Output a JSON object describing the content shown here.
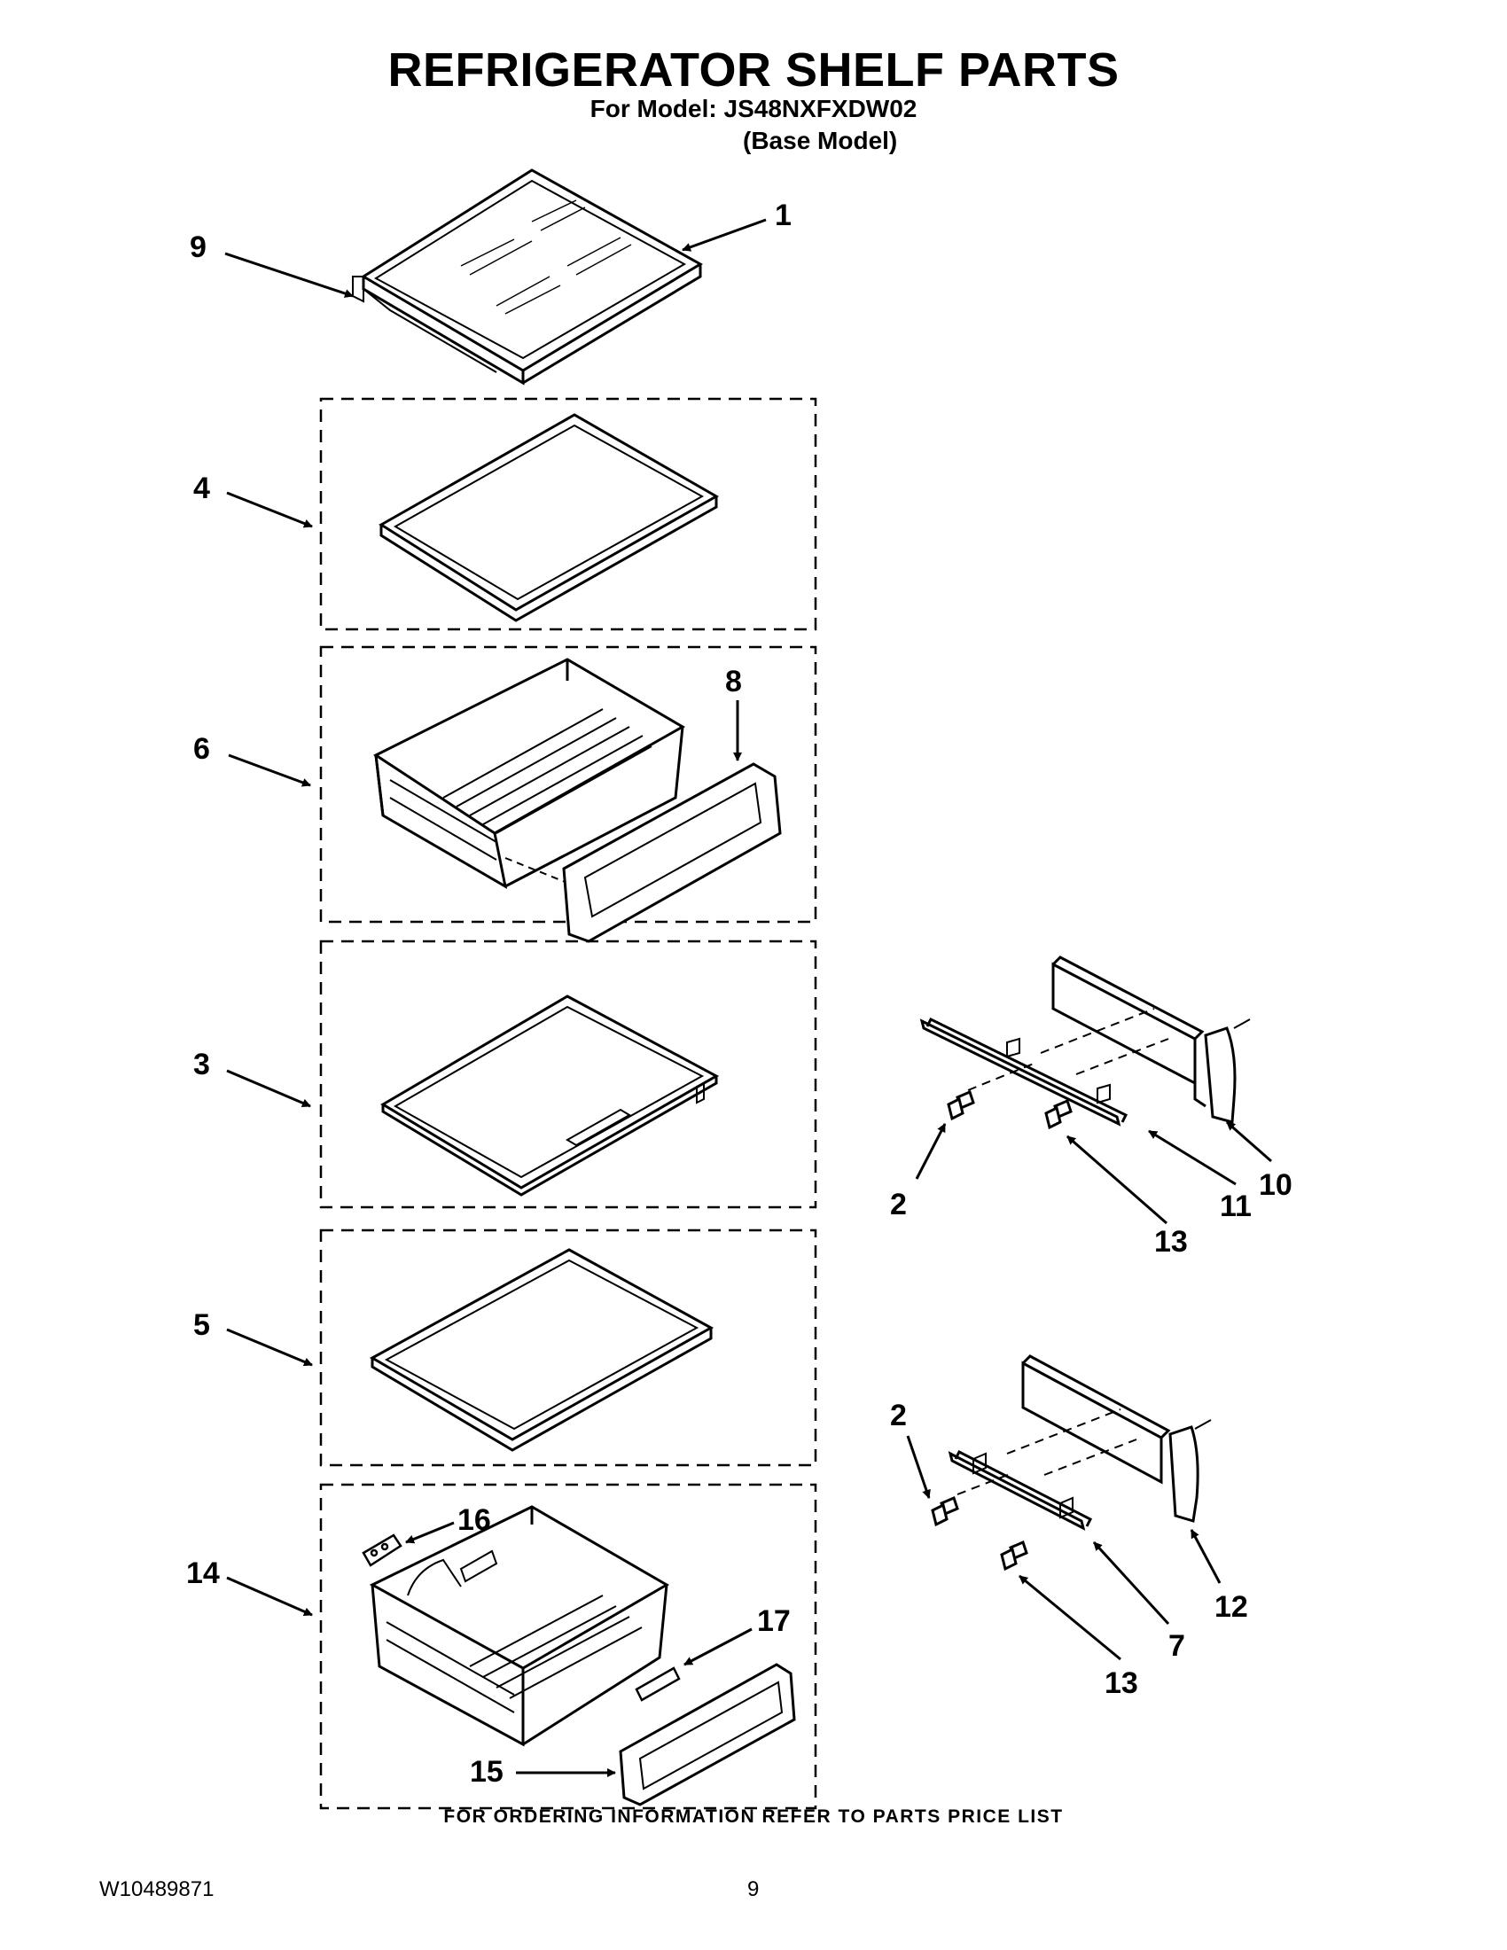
{
  "header": {
    "title": "REFRIGERATOR SHELF PARTS",
    "model_line": "For Model: JS48NXFXDW02",
    "model_note": "(Base Model)"
  },
  "callouts": {
    "c1": "1",
    "c9": "9",
    "c4": "4",
    "c6": "6",
    "c8": "8",
    "c3": "3",
    "c5": "5",
    "c14": "14",
    "c16": "16",
    "c17": "17",
    "c15": "15",
    "c10": "10",
    "c11": "11",
    "c2a": "2",
    "c13a": "13",
    "c2b": "2",
    "c12": "12",
    "c7": "7",
    "c13b": "13"
  },
  "footer": {
    "ordering_note": "FOR ORDERING INFORMATION REFER TO PARTS PRICE LIST",
    "document_id": "W10489871",
    "page_number": "9"
  }
}
